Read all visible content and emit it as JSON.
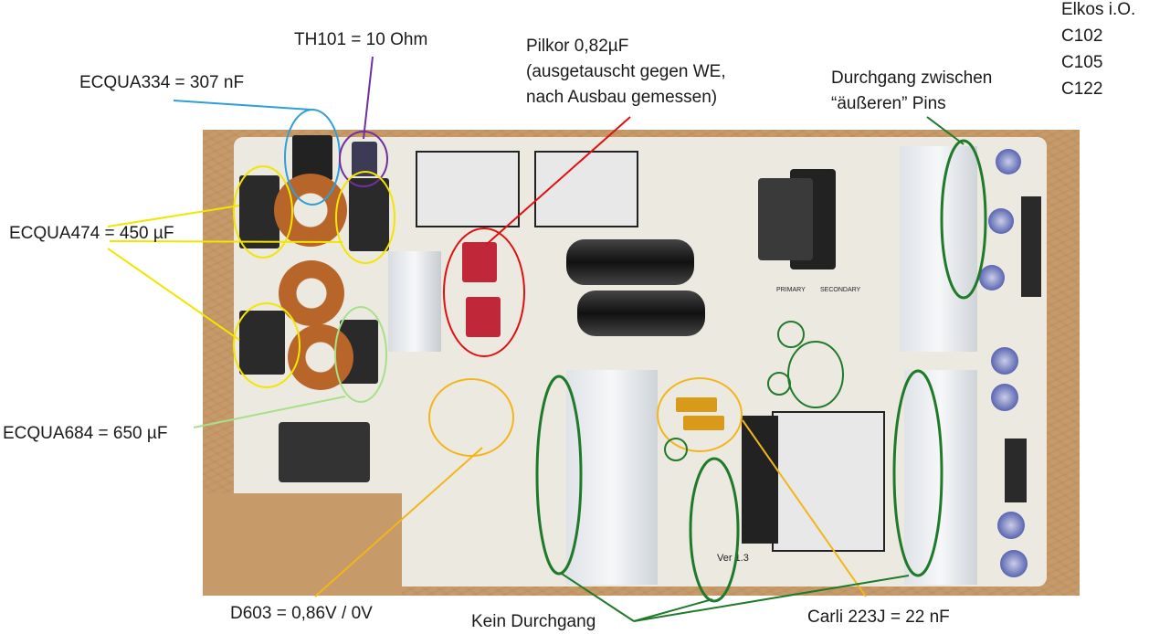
{
  "annotations": {
    "th101": "TH101 = 10 Ohm",
    "ecqua334": "ECQUA334 = 307 nF",
    "pilkor_line1": "Pilkor 0,82µF",
    "pilkor_line2": "(ausgetauscht gegen WE,",
    "pilkor_line3": "nach Ausbau gemessen)",
    "durchgang_line1": "Durchgang zwischen",
    "durchgang_line2": "“äußeren” Pins",
    "elkos_title": "Elkos i.O.",
    "elkos_items": [
      "C102",
      "C105",
      "C122"
    ],
    "ecqua474": "ECQUA474 = 450 µF",
    "ecqua684": "ECQUA684 = 650 µF",
    "d603": "D603 = 0,86V / 0V",
    "kein_durchgang": "Kein Durchgang",
    "carli": "Carli 223J = 22 nF"
  },
  "pcb_print": {
    "version": "Ver 1.3",
    "primary": "PRIMARY",
    "secondary": "SECONDARY"
  },
  "colors": {
    "blue": "#2e9fd8",
    "purple": "#7030a0",
    "red": "#e01010",
    "yellow": "#f2e600",
    "orange": "#f2b61b",
    "green": "#1f7a2a",
    "light_green": "#a8e08a"
  }
}
